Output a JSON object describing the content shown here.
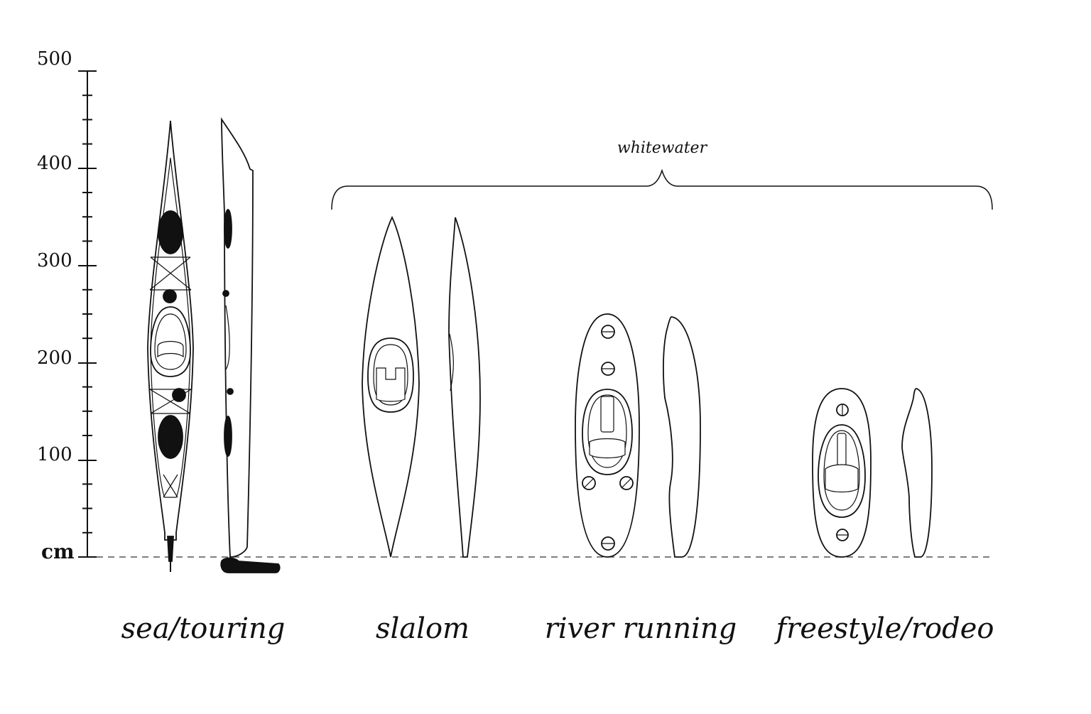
{
  "scale": {
    "unit": "cm",
    "ticks": [
      "500",
      "400",
      "300",
      "200",
      "100"
    ]
  },
  "group": {
    "label": "whitewater"
  },
  "categories": [
    {
      "label": "sea/touring"
    },
    {
      "label": "slalom"
    },
    {
      "label": "river running"
    },
    {
      "label": "freestyle/rodeo"
    }
  ]
}
